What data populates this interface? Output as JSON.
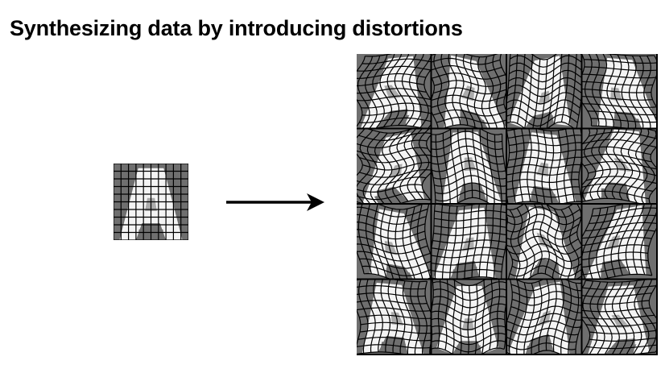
{
  "title": "Synthesizing data by introducing distortions",
  "original_image": {
    "letter": "A",
    "grid_divisions": 10
  },
  "distorted_grid": {
    "rows": 4,
    "columns": 4,
    "letter": "A"
  },
  "colors": {
    "background": "#ffffff",
    "tile_gray": "#6f6f6f",
    "letter_white": "#f4f4f4",
    "grid_lines": "#000000",
    "arrow": "#000000"
  }
}
